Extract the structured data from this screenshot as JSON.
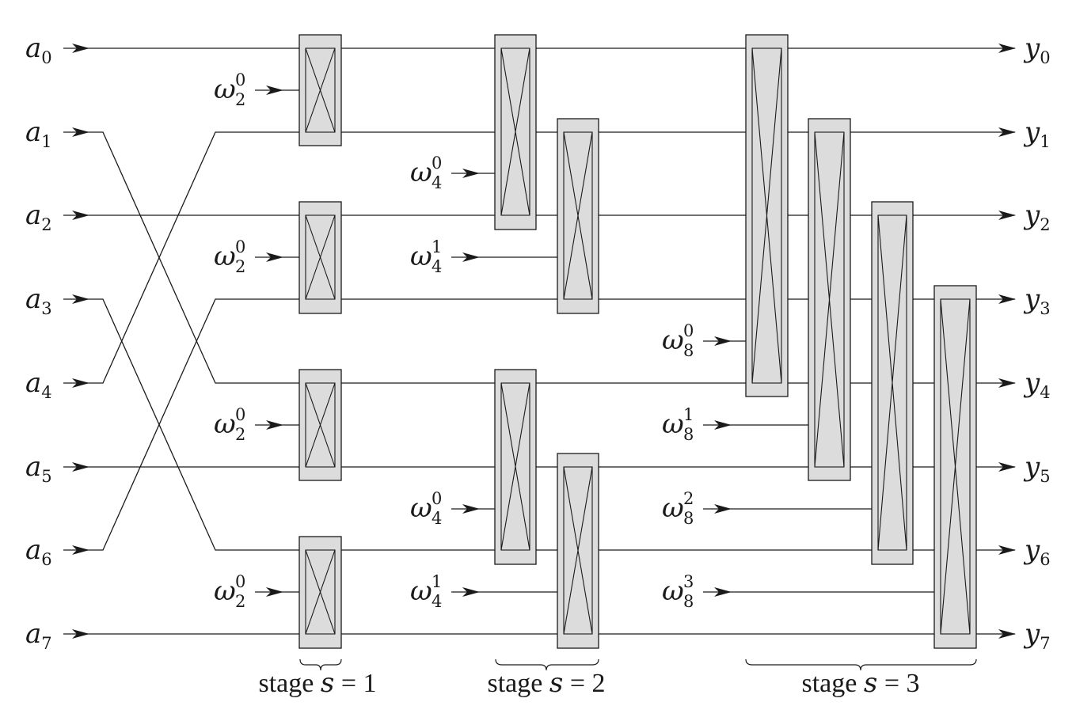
{
  "inputs": [
    {
      "base": "a",
      "sub": "0"
    },
    {
      "base": "a",
      "sub": "1"
    },
    {
      "base": "a",
      "sub": "2"
    },
    {
      "base": "a",
      "sub": "3"
    },
    {
      "base": "a",
      "sub": "4"
    },
    {
      "base": "a",
      "sub": "5"
    },
    {
      "base": "a",
      "sub": "6"
    },
    {
      "base": "a",
      "sub": "7"
    }
  ],
  "outputs": [
    {
      "base": "y",
      "sub": "0"
    },
    {
      "base": "y",
      "sub": "1"
    },
    {
      "base": "y",
      "sub": "2"
    },
    {
      "base": "y",
      "sub": "3"
    },
    {
      "base": "y",
      "sub": "4"
    },
    {
      "base": "y",
      "sub": "5"
    },
    {
      "base": "y",
      "sub": "6"
    },
    {
      "base": "y",
      "sub": "7"
    }
  ],
  "twiddles": [
    {
      "base": "ω",
      "sub": "2",
      "sup": "0"
    },
    {
      "base": "ω",
      "sub": "2",
      "sup": "0"
    },
    {
      "base": "ω",
      "sub": "2",
      "sup": "0"
    },
    {
      "base": "ω",
      "sub": "2",
      "sup": "0"
    },
    {
      "base": "ω",
      "sub": "4",
      "sup": "0"
    },
    {
      "base": "ω",
      "sub": "4",
      "sup": "1"
    },
    {
      "base": "ω",
      "sub": "4",
      "sup": "0"
    },
    {
      "base": "ω",
      "sub": "4",
      "sup": "1"
    },
    {
      "base": "ω",
      "sub": "8",
      "sup": "0"
    },
    {
      "base": "ω",
      "sub": "8",
      "sup": "1"
    },
    {
      "base": "ω",
      "sub": "8",
      "sup": "2"
    },
    {
      "base": "ω",
      "sub": "8",
      "sup": "3"
    }
  ],
  "stages": [
    {
      "word": "stage",
      "var": "s",
      "eq": "=",
      "num": "1"
    },
    {
      "word": "stage",
      "var": "s",
      "eq": "=",
      "num": "2"
    },
    {
      "word": "stage",
      "var": "s",
      "eq": "=",
      "num": "3"
    }
  ]
}
